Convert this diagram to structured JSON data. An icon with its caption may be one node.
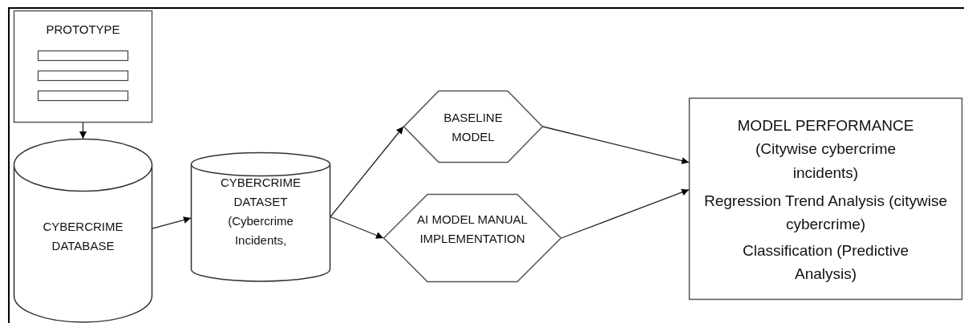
{
  "diagram": {
    "nodes": [
      {
        "text": [
          "PROTOTYPE"
        ]
      },
      {
        "text": [
          "CYBERCRIME DATABASE"
        ]
      },
      {
        "text": [
          "CYBERCRIME DATASET (Cybercrime Incidents,"
        ]
      },
      {
        "text": [
          "BASELINE MODEL"
        ]
      },
      {
        "text": [
          "AI MODEL MANUAL IMPLEMENTATION"
        ]
      },
      {
        "text": [
          "MODEL PERFORMANCE (Citywise cybercrime incidents)",
          "Regression Trend Analysis (citywise cybercrime)",
          "Classification (Predictive Analysis)"
        ]
      }
    ],
    "edges": [
      {
        "from": 0,
        "to": 1,
        "arrow": "to"
      },
      {
        "from": 1,
        "to": 2,
        "arrow": "to"
      },
      {
        "from": 2,
        "to": 3,
        "arrow": "to"
      },
      {
        "from": 2,
        "to": 4,
        "arrow": "to"
      },
      {
        "from": 3,
        "to": 5,
        "arrow": "to"
      },
      {
        "from": 4,
        "to": 5,
        "arrow": "to"
      }
    ]
  }
}
